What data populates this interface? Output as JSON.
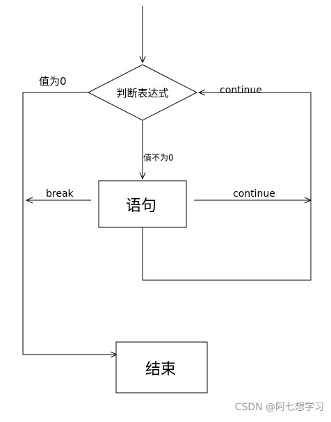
{
  "diagram": {
    "decision_label": "判断表达式",
    "statement_label": "语句",
    "end_label": "结束",
    "zero_label": "值为0",
    "nonzero_label": "值不为0",
    "break_label": "break",
    "continue_top_label": "continue",
    "continue_mid_label": "continue"
  },
  "watermark": "CSDN @阿七想学习"
}
